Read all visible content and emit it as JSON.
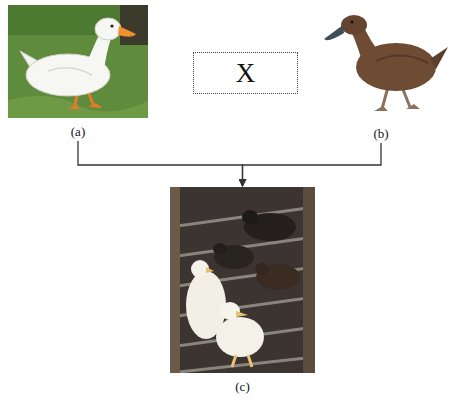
{
  "diagram": {
    "nodes": [
      {
        "text": [
          "(a)"
        ]
      },
      {
        "text": [
          "X"
        ]
      },
      {
        "text": [
          "(b)"
        ]
      },
      {
        "text": [
          "(c)"
        ]
      }
    ],
    "edges": [
      {
        "from": 0,
        "to": 3,
        "arrow": "to"
      },
      {
        "from": 2,
        "to": 3,
        "arrow": "to"
      }
    ]
  }
}
